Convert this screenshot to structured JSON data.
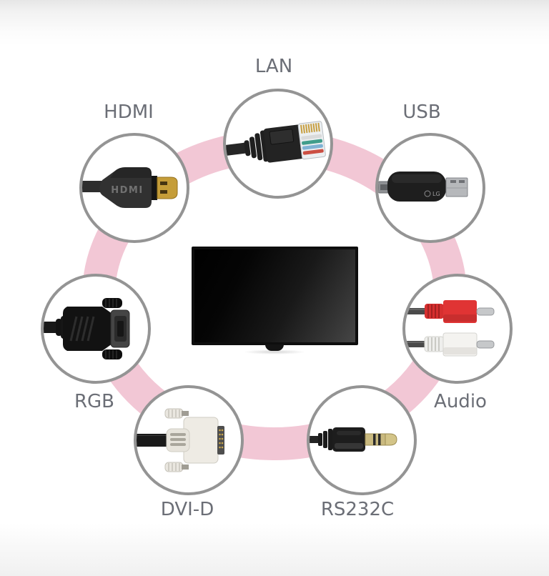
{
  "diagram": {
    "background": {
      "top_color": "#e6e6e6",
      "main_color": "#ffffff",
      "bottom_color": "#f0f0f0"
    },
    "ring_color": "#f2c7d5",
    "circle_border_color": "#949494",
    "label_color": "#6b6e76",
    "center_device": {
      "icon": "flat-screen-display"
    },
    "nodes": [
      {
        "id": "lan",
        "label": "LAN",
        "icon": "rj45-ethernet-plug"
      },
      {
        "id": "hdmi",
        "label": "HDMI",
        "icon": "hdmi-plug",
        "connector_text": "HDMI"
      },
      {
        "id": "usb",
        "label": "USB",
        "icon": "usb-dongle",
        "connector_text": "LG"
      },
      {
        "id": "rgb",
        "label": "RGB",
        "icon": "vga-dsub-plug"
      },
      {
        "id": "audio",
        "label": "Audio",
        "icon": "rca-plugs-red-white"
      },
      {
        "id": "dvi_d",
        "label": "DVI-D",
        "icon": "dvi-plug"
      },
      {
        "id": "rs232c",
        "label": "RS232C",
        "icon": "trs-phone-plug"
      }
    ]
  }
}
